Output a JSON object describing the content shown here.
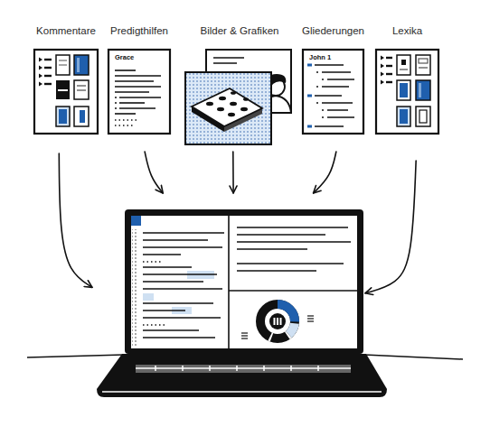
{
  "diagram": {
    "nodes": [
      {
        "text": [
          "Kommentare"
        ]
      },
      {
        "text": [
          "Predigthilfen",
          "Grace"
        ]
      },
      {
        "text": [
          "Bilder & Grafiken"
        ]
      },
      {
        "text": [
          "Gliederungen",
          "John 1"
        ]
      },
      {
        "text": [
          "Lexika"
        ]
      },
      {
        "text": []
      }
    ],
    "edges": [
      {
        "from": 0,
        "to": 5,
        "arrow": "to"
      },
      {
        "from": 1,
        "to": 5,
        "arrow": "to"
      },
      {
        "from": 2,
        "to": 5,
        "arrow": "to"
      },
      {
        "from": 3,
        "to": 5,
        "arrow": "to"
      },
      {
        "from": 4,
        "to": 5,
        "arrow": "to"
      }
    ]
  }
}
